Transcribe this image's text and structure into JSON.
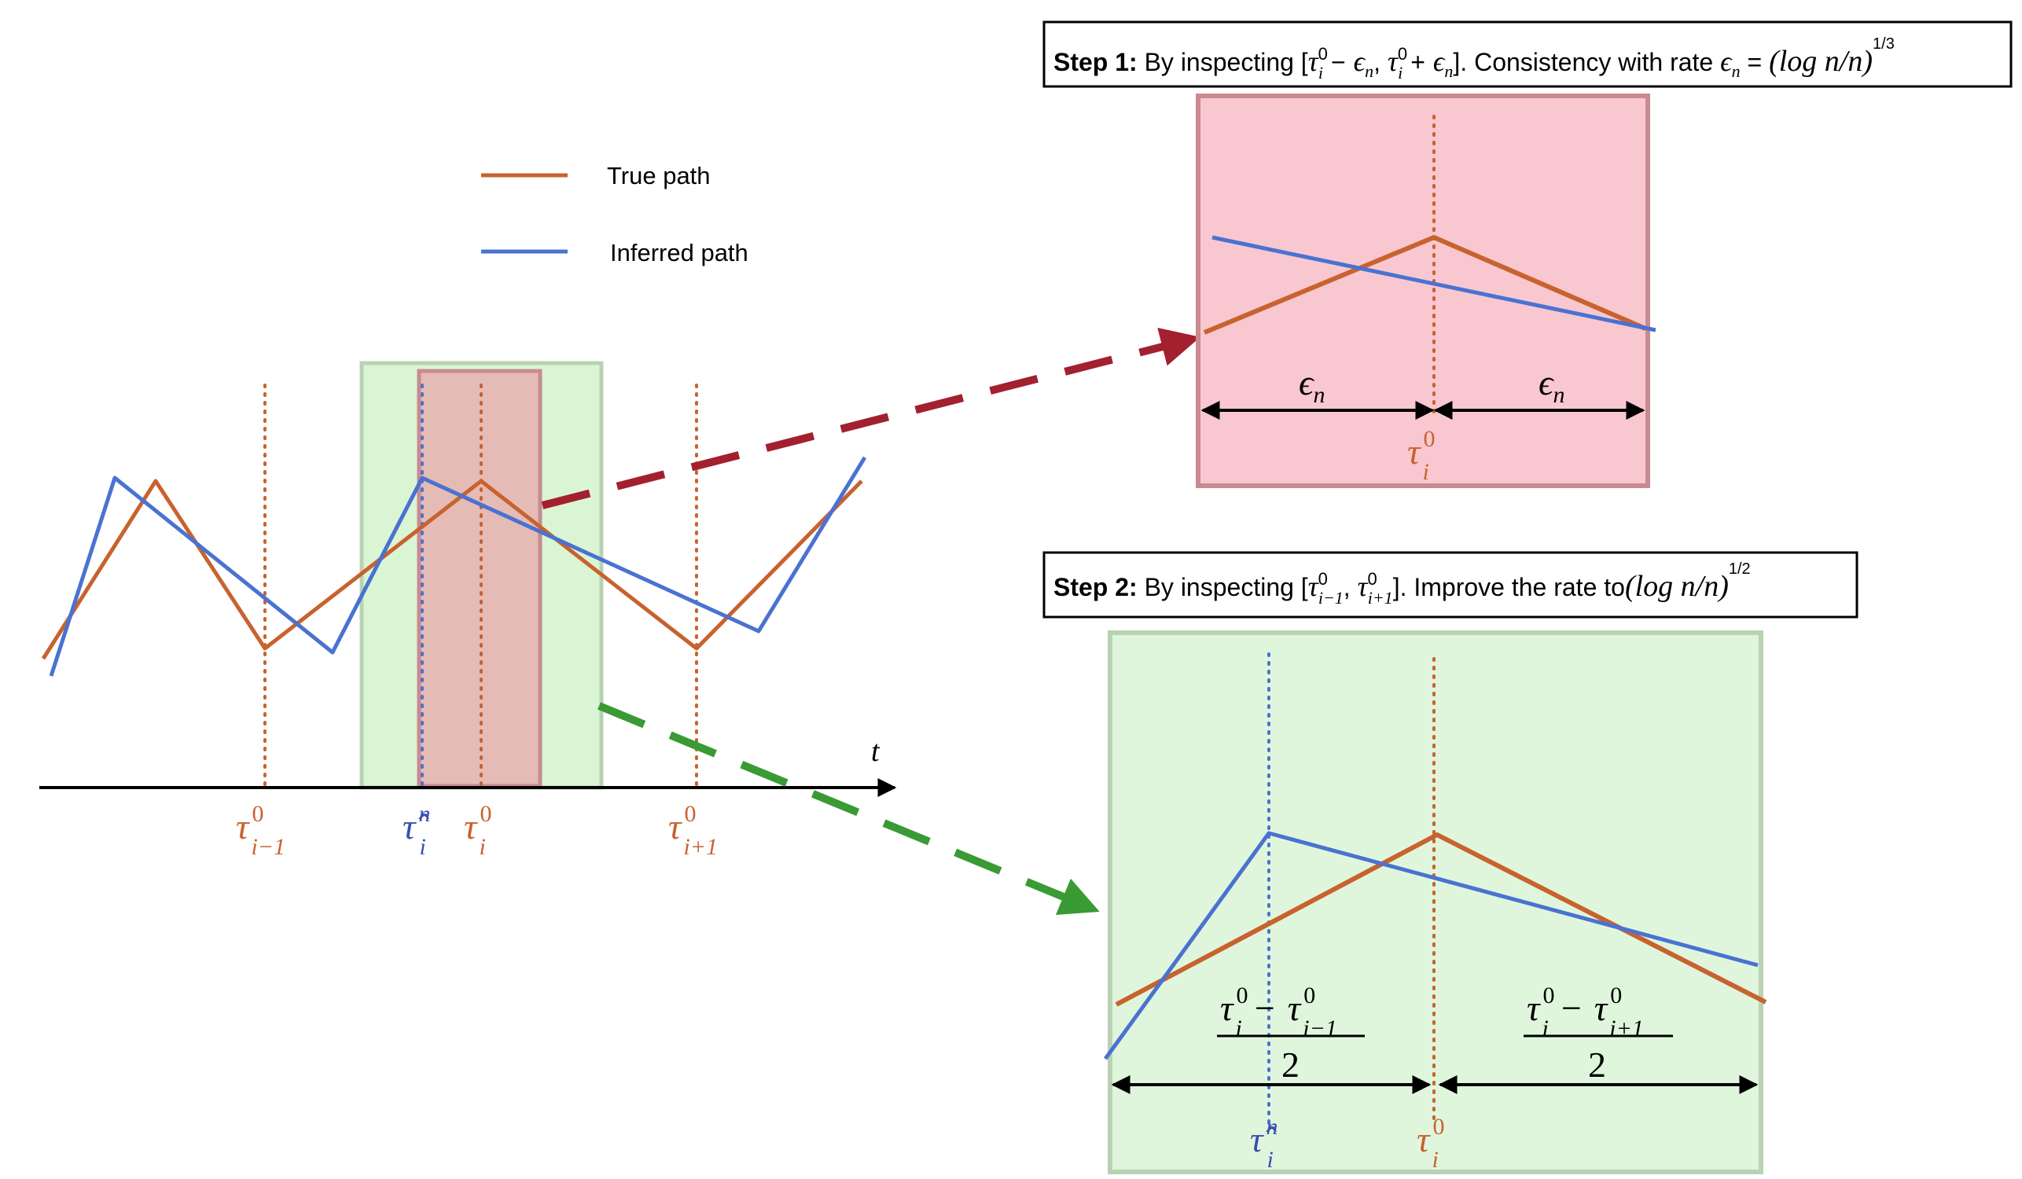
{
  "colors": {
    "true_path": "#c8622e",
    "inferred_path": "#4a72d1",
    "red_box_fill": "#f4b6bf",
    "red_box_stroke": "#c98a92",
    "green_box_fill": "#daf5d4",
    "green_box_stroke": "#b9d2b3",
    "red_arrow": "#a3202f",
    "green_arrow": "#3a9a34"
  },
  "legend": {
    "true_path": "True path",
    "inferred_path": "Inferred path"
  },
  "axis": {
    "t": "t"
  },
  "symbols": {
    "tau": "τ",
    "tau_hat": "τ̂",
    "zero": "0",
    "n": "n",
    "i": "i",
    "i_minus_1": "i−1",
    "i_plus_1": "i+1",
    "minus": "−",
    "epsilon_n": "ϵ",
    "two": "2"
  },
  "step1": {
    "bold": "Step 1:",
    "text_a": " By inspecting [",
    "text_b": "]. Consistency with rate ",
    "rate_expr": "(log n/n)",
    "exponent": "1/3"
  },
  "step2": {
    "bold": "Step 2:",
    "text_a": " By inspecting [",
    "text_b": "]. Improve the rate to",
    "rate_expr": "(log n/n)",
    "exponent": "1/2"
  }
}
